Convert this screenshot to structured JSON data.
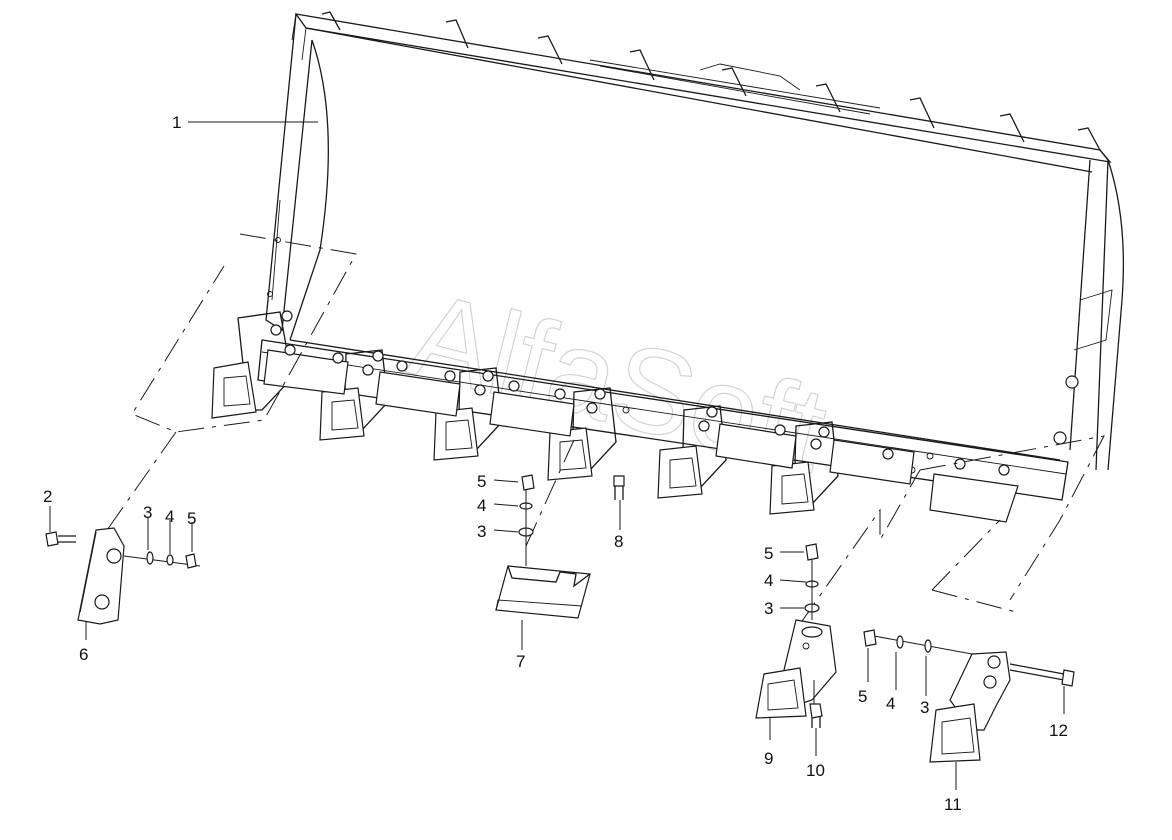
{
  "watermark": "AlfaSoft",
  "callouts": {
    "c1": "1",
    "c2": "2",
    "c3a": "3",
    "c4a": "4",
    "c5a": "5",
    "c6": "6",
    "c5b": "5",
    "c4b": "4",
    "c3b": "3",
    "c7": "7",
    "c8": "8",
    "c5c": "5",
    "c4c": "4",
    "c3c": "3",
    "c9": "9",
    "c10": "10",
    "c5d": "5",
    "c4d": "4",
    "c3d": "3",
    "c11": "11",
    "c12": "12"
  }
}
